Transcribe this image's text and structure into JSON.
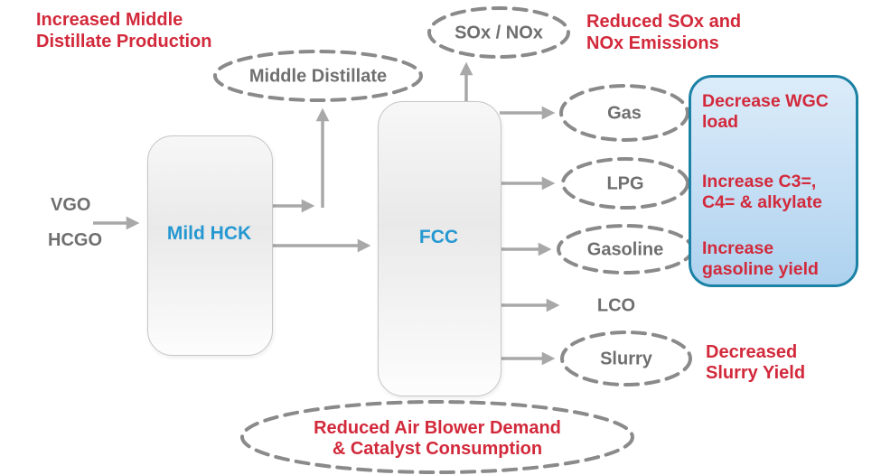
{
  "annotations": {
    "increased_middle_distillate": {
      "lines": [
        "Increased Middle",
        "Distillate Production"
      ]
    },
    "reduced_sox_nox": {
      "lines": [
        "Reduced SOx and",
        "NOx Emissions"
      ]
    },
    "decreased_slurry": {
      "lines": [
        "Decreased",
        "Slurry Yield"
      ]
    },
    "reduced_air_blower": {
      "lines": [
        "Reduced Air Blower Demand",
        "& Catalyst Consumption"
      ]
    }
  },
  "inputs": {
    "vgo": "VGO",
    "hcgo": "HCGO"
  },
  "units": {
    "mild_hck": "Mild HCK",
    "fcc": "FCC"
  },
  "streams": {
    "middle_distillate": "Middle Distillate",
    "sox_nox": "SOx / NOx",
    "gas": "Gas",
    "lpg": "LPG",
    "gasoline": "Gasoline",
    "lco": "LCO",
    "slurry": "Slurry"
  },
  "benefits": {
    "wgc": {
      "lines": [
        "Decrease WGC",
        "load"
      ]
    },
    "c3_c4": {
      "lines": [
        "Increase C3=,",
        "C4= & alkylate"
      ]
    },
    "gasoline_yield": {
      "lines": [
        "Increase",
        "gasoline yield"
      ]
    }
  },
  "colors": {
    "annotation_red": "#d2293b",
    "unit_text_blue": "#2598d2",
    "stream_gray": "#6f6f6f",
    "dash_gray": "#8a8a8a",
    "arrow_gray": "#a8a8a8",
    "benefit_border": "#1b81a5",
    "benefit_fill_top": "#dcecf9",
    "benefit_fill_bottom": "#aed2ef"
  }
}
